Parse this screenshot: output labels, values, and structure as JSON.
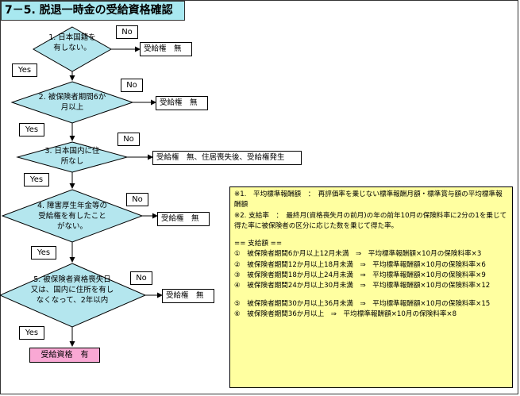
{
  "title": "7－5. 脱退一時金の受給資格確認",
  "flow": {
    "q1": "1. 日本国籍を有しない。",
    "q2": "2. 被保険者期間6か月以上",
    "q3": "3. 日本国内に住所なし",
    "q4": "4. 障害厚生年金等の受給権を有したことがない。",
    "q5": "5. 被保険者資格喪失日又は、国内に住所を有しなくなって、2年以内",
    "no_label": "No",
    "yes_label": "Yes",
    "result_none": "受給権　無",
    "result_q3": "受給権　無、住居喪失後、受給権発生",
    "final": "受給資格　有"
  },
  "note": {
    "line1": "※1.　平均標準報酬額　：　再評価率を乗じない標準報酬月額・標準賞与額の平均標準報酬額",
    "line2": "※2. 支給率　：　最終月(資格喪失月の前月)の年の前年10月の保険料率に2分の1を乗じて得た率に被保険者の区分に応じた数を乗じて得た率。",
    "header": "== 支給額 ==",
    "item1": "①　被保険者期間6か月以上12月未満　⇒　平均標準報酬額×10月の保険料率×3",
    "item2": "②　被保険者期間12か月以上18月未満　⇒　平均標準報酬額×10月の保険料率×6",
    "item3": "③　被保険者期間18か月以上24月未満　⇒　平均標準報酬額×10月の保険料率×9",
    "item4": "④　被保険者期間24か月以上30月未満　⇒　平均標準報酬額×10月の保険料率×12",
    "item5": "⑤　被保険者期間30か月以上36月未満　⇒　平均標準報酬額×10月の保険料率×15",
    "item6": "⑥　被保険者期間36か月以上　⇒　平均標準報酬額×10月の保険料率×8"
  },
  "colors": {
    "title_bg": "#a8e8f0",
    "diamond_fill": "#b4e6ee",
    "final_bg": "#f9a8d4",
    "note_bg": "#ffffa0"
  }
}
